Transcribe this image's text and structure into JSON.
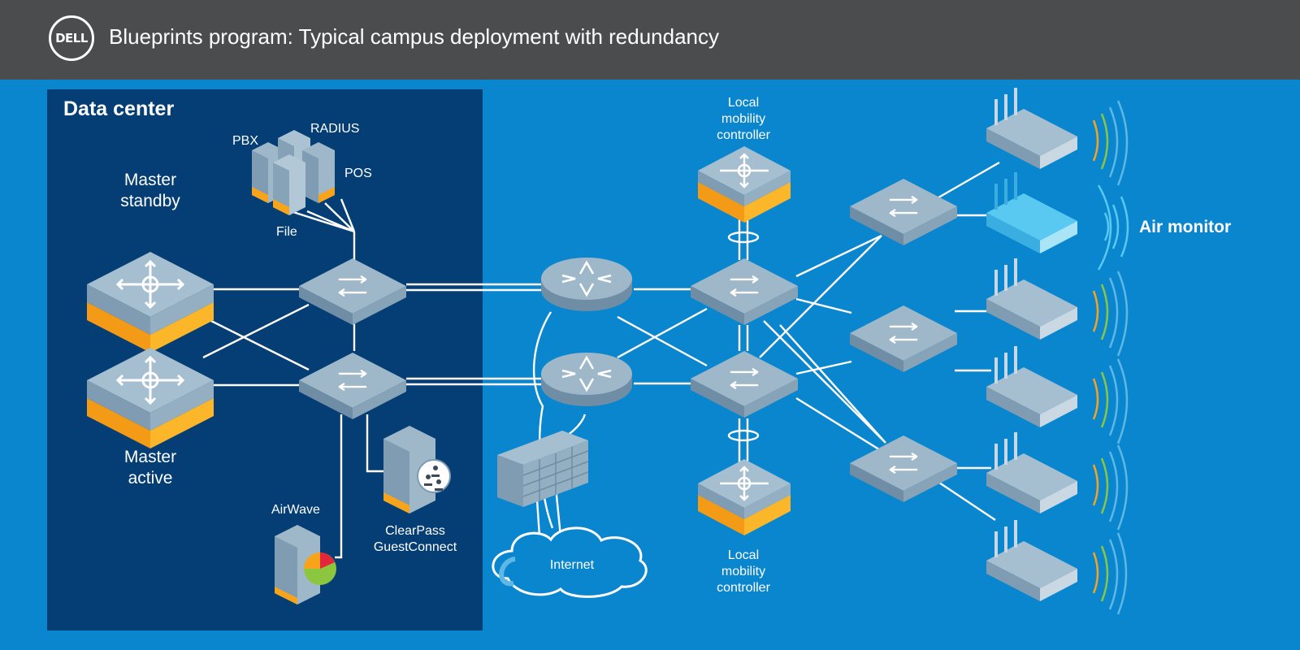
{
  "header": {
    "logo_text": "DELL",
    "title": "Blueprints program: Typical campus deployment with redundancy"
  },
  "data_center": {
    "title": "Data center",
    "master_standby": [
      "Master",
      "standby"
    ],
    "master_active": [
      "Master",
      "active"
    ],
    "servers": {
      "pbx": "PBX",
      "radius": "RADIUS",
      "pos": "POS",
      "file": "File"
    },
    "airwave": "AirWave",
    "clearpass": [
      "ClearPass",
      "GuestConnect"
    ]
  },
  "network": {
    "internet": "Internet",
    "local_top": [
      "Local",
      "mobility",
      "controller"
    ],
    "local_bottom": [
      "Local",
      "mobility",
      "controller"
    ],
    "air_monitor": "Air monitor"
  },
  "colors": {
    "background": "#0a86cf",
    "header": "#4b4c4e",
    "data_center_panel": "#043e74",
    "controller_accent": "#f8a41b",
    "device_top": "#8fadc2",
    "air_monitor_device": "#59c9f2"
  }
}
